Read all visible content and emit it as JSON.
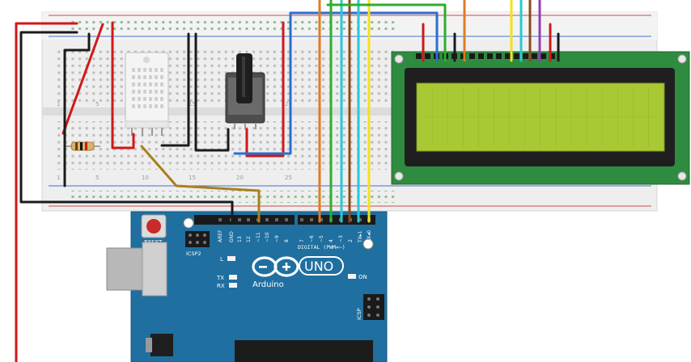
{
  "arduino": {
    "brand": "Arduino",
    "model": "UNO",
    "reset_label": "RESET",
    "icsp2_label": "ICSP2",
    "icsp_label": "ICSP",
    "l_label": "L",
    "tx_label": "TX",
    "rx_label": "RX",
    "on_label": "ON",
    "digital_label": "DIGITAL (PWM=~)",
    "header_left_labels": [
      "AREF",
      "GND",
      "13",
      "12",
      "~11",
      "~10",
      "~9",
      "8"
    ],
    "header_right_labels": [
      "7",
      "~6",
      "~5",
      "4",
      "~3",
      "2",
      "TX▸1",
      "RX◂0"
    ]
  },
  "breadboard": {
    "column_numbers": [
      "1",
      "5",
      "10",
      "15",
      "20",
      "25"
    ]
  },
  "colors": {
    "arduino_board": "#1f6fa0",
    "breadboard": "#ececec",
    "lcd_pcb": "#2d8a3e",
    "lcd_screen": "#a9c934",
    "wire_red": "#d01818",
    "wire_black": "#1a1a1a",
    "wire_blue": "#2a6fd0",
    "wire_orange": "#e07b24",
    "wire_green": "#2eae2e",
    "wire_cyan": "#27c8d8",
    "wire_yellow": "#f2e21a",
    "wire_brown": "#8a4b1e",
    "wire_purple": "#9040b0",
    "wire_olive": "#a8801c"
  },
  "components": {
    "sensor_icon": "dht-sensor-icon",
    "potentiometer_icon": "potentiometer-icon",
    "resistor_icon": "resistor-icon",
    "lcd_icon": "lcd-16x2-icon"
  }
}
